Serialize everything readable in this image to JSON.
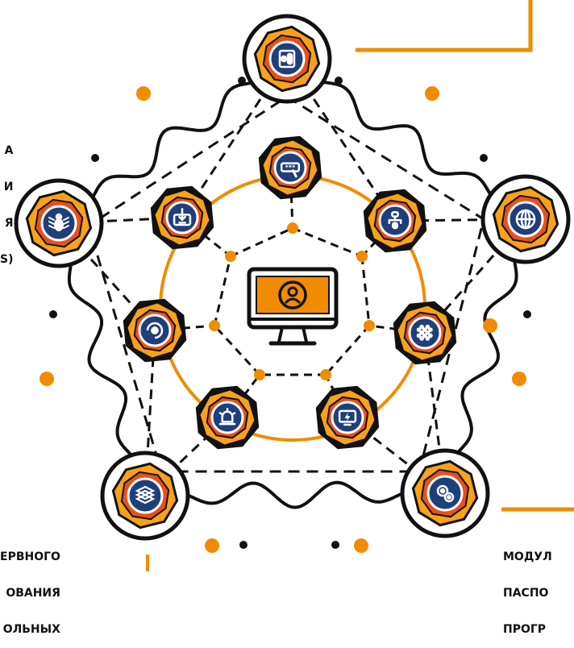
{
  "colors": {
    "orange": "#f08c00",
    "orange_light": "#f7a21a",
    "red_orange": "#e8501a",
    "dark": "#111111",
    "navy": "#1f3f7a",
    "white": "#ffffff"
  },
  "labels": {
    "top_left": [
      "А",
      "И",
      "Я",
      "S)"
    ],
    "bottom_left": [
      "ЕРВНОГО",
      "ОВАНИЯ",
      "ОЛЬНЫХ"
    ],
    "bottom_right": [
      "МОДУЛ",
      "ПАСПО",
      "ПРОГР"
    ]
  },
  "nodes": {
    "center": {
      "icon": "monitor-user-icon"
    },
    "outer": [
      {
        "id": "phone",
        "icon": "phone-contact-icon"
      },
      {
        "id": "globe",
        "icon": "globe-icon"
      },
      {
        "id": "gears",
        "icon": "gears-icon"
      },
      {
        "id": "layers",
        "icon": "layers-icon"
      },
      {
        "id": "bug",
        "icon": "bug-icon"
      }
    ],
    "inner": [
      {
        "id": "password",
        "icon": "password-touch-icon"
      },
      {
        "id": "network-lock",
        "icon": "network-lock-icon"
      },
      {
        "id": "pixel",
        "icon": "pixel-grid-icon"
      },
      {
        "id": "lightning-monitor",
        "icon": "lightning-monitor-icon"
      },
      {
        "id": "alarm",
        "icon": "alarm-siren-icon"
      },
      {
        "id": "cycle",
        "icon": "cycle-gear-icon"
      },
      {
        "id": "download-monitor",
        "icon": "download-monitor-icon"
      }
    ]
  }
}
